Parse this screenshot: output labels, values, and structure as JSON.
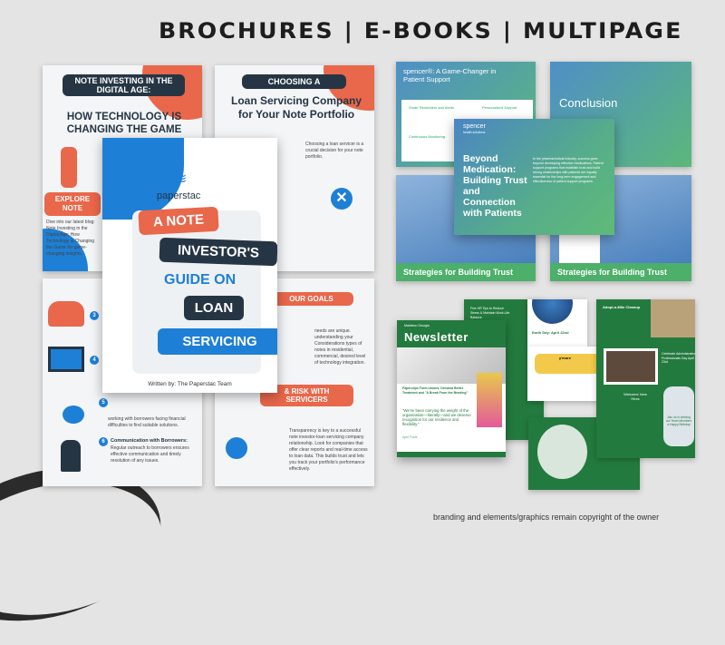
{
  "header": {
    "title": "BROCHURES |  E-BOOKS | MULTIPAGE"
  },
  "brochure_set": {
    "page1": {
      "tag": "NOTE INVESTING IN THE DIGITAL AGE:",
      "title": "HOW TECHNOLOGY IS CHANGING THE GAME",
      "button": "EXPLORE NOTE",
      "body": "Dive into our latest blog: Note Investing in the Digital Age: How Technology is Changing the Game for game-changing insights."
    },
    "page2": {
      "tag": "CHOOSING A",
      "title": "Loan Servicing Company for Your Note Portfolio",
      "body": "Choosing a loan servicer is a crucial decision for your note portfolio."
    },
    "page3": {
      "items": [
        {
          "num": "3",
          "text": ""
        },
        {
          "num": "4",
          "text": ""
        },
        {
          "num": "5",
          "text": "working with borrowers facing financial difficulties to find suitable solutions."
        },
        {
          "num": "6",
          "title": "Communication with Borrowers:",
          "text": "Regular outreach to borrowers ensures effective communication and timely resolution of any issues."
        }
      ]
    },
    "page4": {
      "heading1": "OUR GOALS",
      "body1": "needs are unique. understanding your Considerations types of notes in residential, commercial, desired level of technology integration.",
      "heading2": "& RISK WITH SERVICERS",
      "body2": "Transparency is key to a successful note investor-loan servicing company relationship. Look for companies that offer clear reports and real-time access to loan data. This builds trust and lets you track your portfolio's performance effectively."
    },
    "cover": {
      "logo": "paperstac",
      "line1": "A NOTE",
      "line2": "INVESTOR'S",
      "line3": "GUIDE ON",
      "line4": "LOAN",
      "line5": "SERVICING",
      "byline": "Written by: The Paperstac Team"
    }
  },
  "ebook_set": {
    "page1": {
      "title": "spencer®: A Game-Changer in Patient Support",
      "features": [
        "Smart Reminders and Alerts",
        "Personalized Support",
        "Continuous Monitoring"
      ]
    },
    "page2": {
      "title": "Conclusion"
    },
    "cover": {
      "logo": "spencer",
      "logo_sub": "health solutions",
      "title": "Beyond Medication: Building Trust and Connection with Patients",
      "body": "In the pharmaceutical industry, success goes beyond developing effective medications. Patient support programs that establish trust and build strong relationships with patients are equally essential for the long-term engagement and effectiveness of patient support programs."
    },
    "page3": {
      "bar": "Strategies for Building Trust"
    },
    "page4": {
      "bar": "Strategies for Building Trust"
    }
  },
  "newsletter_set": {
    "cover": {
      "org": "Mableton Georgia",
      "title": "Newsletter",
      "headline": "Paperclips Form Unions, Demand Better Treatment and \"A Break From the Bending\"",
      "quote": "\"We've been carrying the weight of the organization—literally—and we deserve recognition for our resilience and flexibility.\"",
      "sign": "April Fools"
    },
    "page2": {
      "title": "Five HR Tips to Reduce Stress & Maintain Work-Life Balance",
      "earth": "Earth Day: April 22nd"
    },
    "page3": {
      "app": "y'more"
    },
    "page4": {
      "title": "Adopt-a-Mile Cleanup",
      "celebrate": "Celebrate Administrative Professionals Day April 23rd",
      "welcome": "Welcome New Hires",
      "birthday": "Join us in wishing our Team Members a Happy Birthday"
    }
  },
  "footer": {
    "copyright": "branding and elements/graphics remain copyright of the owner"
  }
}
